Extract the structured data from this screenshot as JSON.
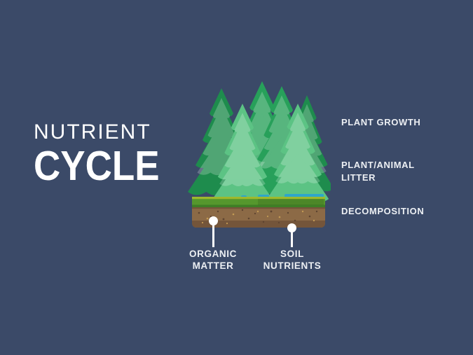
{
  "colors": {
    "bg": "#3B4A68",
    "title_text": "#FFFFFF",
    "label_text": "#ECEFF3",
    "tree_dark1": "#1E8C4D",
    "tree_dark2": "#27A05A",
    "tree_light": "#5CC384",
    "trunk": "#7B5A3D",
    "grass_top": "#9DB92D",
    "grass": "#55972D",
    "grass_shadow": "#3E7E26",
    "water": "#2FA7C9",
    "soil": "#8C6A46",
    "soil_bottom": "#74553A",
    "speck_dark": "#5E4430",
    "speck_light": "#C29A55",
    "pin": "#FFFFFF"
  },
  "title": {
    "line1": "NUTRIENT",
    "line2": "CYCLE"
  },
  "stage_labels": [
    {
      "text": "PLANT GROWTH"
    },
    {
      "text": "PLANT/ANIMAL\nLITTER"
    },
    {
      "text": "DECOMPOSITION"
    }
  ],
  "callouts": [
    {
      "text": "ORGANIC\nMATTER"
    },
    {
      "text": "SOIL\nNUTRIENTS"
    }
  ],
  "illustration": {
    "description": "Cluster of cartoon pine trees standing on a soil cross-section block with a grass top layer, speckled brown soil and small water patches at the surface",
    "icons": [
      "pine-tree-icon",
      "soil-block",
      "callout-pin-icon"
    ]
  }
}
